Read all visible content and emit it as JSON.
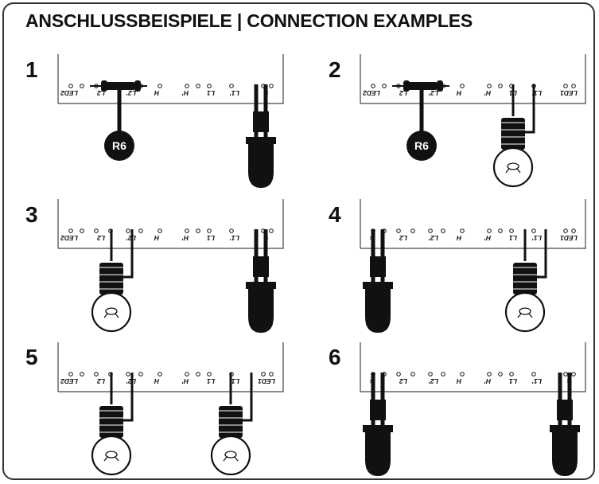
{
  "title": "ANSCHLUSSBEISPIELE | CONNECTION EXAMPLES",
  "panels": [
    {
      "number": "1",
      "terminals": [
        "LED2",
        "L2",
        "L2'",
        "H",
        "H'",
        "L1",
        "L1'",
        "≡"
      ],
      "resistor_label": "R6",
      "loads": [
        "resistor",
        "led"
      ]
    },
    {
      "number": "2",
      "terminals": [
        "LED2",
        "L2",
        "L2'",
        "H",
        "H'",
        "L1",
        "L1'",
        "LED1"
      ],
      "resistor_label": "R6",
      "loads": [
        "resistor",
        "bulb"
      ]
    },
    {
      "number": "3",
      "terminals": [
        "LED2",
        "L2",
        "L2'",
        "H",
        "H'",
        "L1",
        "L1'",
        "≡"
      ],
      "loads": [
        "bulb",
        "led"
      ]
    },
    {
      "number": "4",
      "terminals": [
        "≡",
        "L2",
        "L2'",
        "H",
        "H'",
        "L1",
        "L1'",
        "LED1"
      ],
      "loads": [
        "led",
        "bulb"
      ]
    },
    {
      "number": "5",
      "terminals": [
        "LED2",
        "L2",
        "L2'",
        "H",
        "H'",
        "L1",
        "L1'",
        "LED1"
      ],
      "loads": [
        "bulb",
        "bulb"
      ]
    },
    {
      "number": "6",
      "terminals": [
        "≡",
        "L2",
        "L2'",
        "H",
        "H'",
        "L1",
        "L1'",
        "≡"
      ],
      "loads": [
        "led",
        "led"
      ]
    }
  ],
  "colors": {
    "ink": "#111111",
    "border": "#333333",
    "bulb_glass": "#ffffff"
  }
}
